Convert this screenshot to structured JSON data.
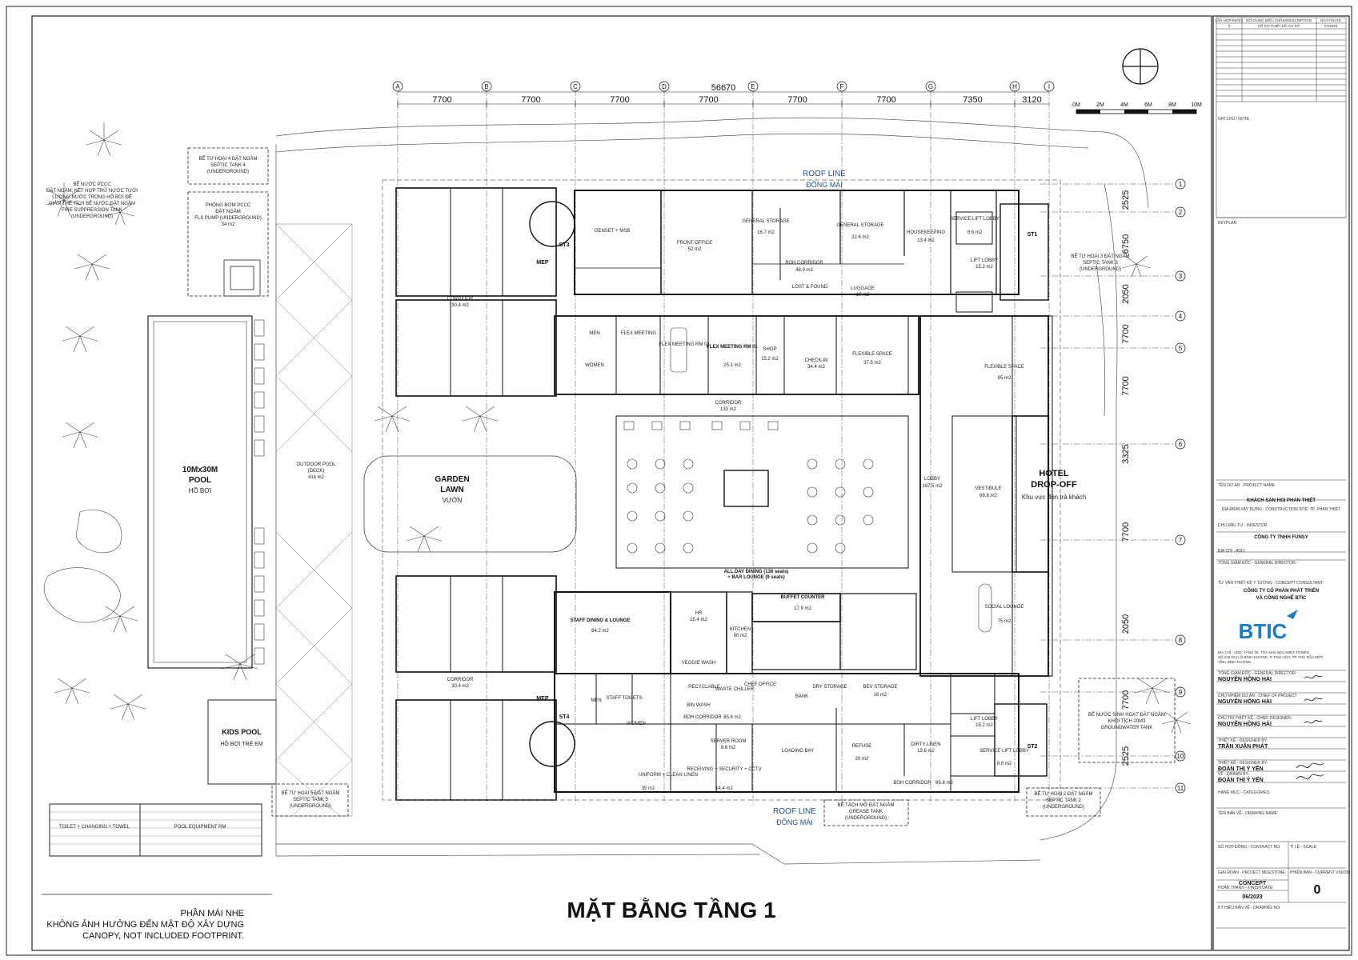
{
  "drawing": {
    "title": "MẶT BẰNG TẦNG 1",
    "canopy_note_title": "PHẦN MÁI NHẸ",
    "canopy_note_line1": "KHÔNG ẢNH HƯỞNG ĐẾN MẬT ĐỘ XÂY DỰNG",
    "canopy_note_line2": "CANOPY, NOT INCLUDED FOOTPRINT."
  },
  "grid": {
    "columns": [
      "A",
      "B",
      "C",
      "D",
      "E",
      "F",
      "G",
      "H",
      "I"
    ],
    "rows": [
      "1",
      "2",
      "3",
      "4",
      "5",
      "6",
      "7",
      "8",
      "9",
      "10",
      "11"
    ],
    "overall_dim": "56670",
    "bay_dims": [
      "7700",
      "7700",
      "7700",
      "7700",
      "7700",
      "7700",
      "7350",
      "3120"
    ],
    "right_dims": [
      "2525",
      "6750",
      "2050",
      "7700",
      "7700",
      "3325",
      "7700",
      "2050",
      "7700",
      "2525"
    ]
  },
  "scale_bar": {
    "labels": [
      "0M",
      "2M",
      "4M",
      "6M",
      "8M",
      "10M"
    ]
  },
  "rooms": {
    "roof_line_top": "ROOF LINE",
    "roof_line_top_vi": "ĐỒNG MÁI",
    "roof_line_bottom": "ROOF LINE",
    "roof_line_bottom_vi": "ĐỒNG MÁI",
    "fire_tank": [
      "BỂ NƯỚC PCCC",
      "ĐẶT NGẦM, KẾT HỢP TRỮ NƯỚC TƯỚI",
      "LƯỢNG NƯỚC TRONG HỒ BƠI ĐỂ",
      "GIẢM THỂ TÍCH BỂ NƯỚC ĐẶT NGẦM",
      "FIRE SUPPRESSION TANK",
      "(UNDERGROUND)"
    ],
    "septic4": [
      "BỂ TỰ HOẠI 4 ĐẶT NGẦM",
      "SEPTIC TANK 4",
      "(UNDERGROUND)"
    ],
    "pump": [
      "PHÒNG BƠM PCCC",
      "ĐẶT NGẦM",
      "FLS PUMP (UNDERGROUND)",
      "34 m2"
    ],
    "pool_title": "10Mx30M",
    "pool_sub": "POOL",
    "pool_vi": "HỒ BƠI",
    "outdoor_pool": [
      "OUTDOOR POOL",
      "(DECK)",
      "414 m2"
    ],
    "garden_1": "GARDEN",
    "garden_2": "LAWN",
    "garden_vi": "VƯỜN",
    "kids_pool": "KIDS POOL",
    "kids_pool_vi": "HỒ BƠI TRẺ EM",
    "septic5": [
      "BỂ TỰ HOẠI 5 ĐẶT NGẦM",
      "SEPTIC TANK 5",
      "(UNDERGROUND)"
    ],
    "toilet_changing": "TOILET + CHANGING + TOWEL",
    "pool_equipment": "POOL EQUIPMENT RM",
    "genset": "GENSET + MSB",
    "front_office": "FRONT OFFICE",
    "front_office_area": "52 m2",
    "general_storage1": "GENERAL STORAGE",
    "general_storage1_area": "16.7 m2",
    "general_storage2": "GENERAL STORAGE",
    "general_storage2_area": "22.6 m2",
    "housekeeping": "HOUSEKEEPING",
    "housekeeping_area": "13.4 m2",
    "service_lift_top": "SERVICE LIFT LOBBY",
    "service_lift_top_area": "8.6 m2",
    "lift_lobby_top": "LIFT LOBBY",
    "lift_lobby_top_area": "15.2 m2",
    "st1": "ST1",
    "st2": "ST2",
    "st3": "ST3",
    "st4": "ST4",
    "mep_top": "MEP",
    "mep_bottom": "MEP",
    "septic3": [
      "BỂ TỰ HOẠI 3 ĐẶT NGẦM",
      "SEPTIC TANK 3",
      "(UNDERGROUND)"
    ],
    "corridor_top": "CORRIDOR",
    "corridor_top_area": "30.4 m2",
    "corridor_mid": "CORRIDOR",
    "corridor_mid_area": "133 m2",
    "corridor_bottom": "CORRIDOR",
    "corridor_bottom_area": "30.4 m2",
    "boh_corridor_top": "BOH CORRIDOR",
    "boh_corridor_top_area": "48.9 m2",
    "lost_found": "LOST & FOUND",
    "luggage": "LUGGAGE",
    "luggage_area": "10 m2",
    "men_top": "MEN",
    "women_top": "WOMEN",
    "flex1": "FLEX MEETING",
    "flex2": "FLEX MEETING RM 02",
    "flex_rm01": "FLEX MEETING RM 01",
    "flex_rm01_area": "25.1 m2",
    "shop": "SHOP",
    "shop_area": "15.2 m2",
    "checkin": "CHECK-IN",
    "checkin_area": "34.4 m2",
    "flexible_space": "FLEXIBLE SPACE",
    "flexible_space_area": "37.5 m2",
    "flexible_space2": "FLEXIBLE SPACE",
    "flexible_space2_area": "95 m2",
    "all_day_dining": "ALL DAY DINING (136 seats)",
    "bar_lounge": "+ BAR LOUNGE (9 seats)",
    "buffet": "BUFFET COUNTER",
    "buffet_area": "17.9 m2",
    "lobby": "LOBBY",
    "lobby_area": "167.5 m2",
    "vestibule": "VESTIBULE",
    "vestibule_area": "68.8 m2",
    "hotel_dropoff_1": "HOTEL",
    "hotel_dropoff_2": "DROP-OFF",
    "hotel_dropoff_vi": "Khu vực đón trả khách",
    "social_lounge": "SOCIAL LOUNGE",
    "social_lounge_area": "75 m2",
    "staff_dining": "STAFF DINING & LOUNGE",
    "staff_dining_area": "84.2 m2",
    "hr": "HR",
    "hr_area": "15.4 m2",
    "kitchen": "KITCHEN",
    "kitchen_area": "90 m2",
    "veggie": "VEGGIE WASH",
    "recyclable": "RECYCLABLE",
    "waste_chiller": "WASTE CHILLER",
    "chef_office": "CHEF OFFICE",
    "bank": "BANK",
    "dry_storage": "DRY STORAGE",
    "bev_storage": "BEV STORAGE",
    "bev_storage_area": "16 m2",
    "bin_wash": "BIN WASH",
    "boh_corridor_mid": "BOH CORRIDOR",
    "boh_corridor_mid_area": "85.8 m2",
    "men_bottom": "MEN",
    "staff_toilets": "STAFF TOILETS",
    "women_bottom": "WOMEN",
    "server_room": "SERVER ROOM",
    "server_room_area": "8.6 m2",
    "loading_bay": "LOADING BAY",
    "refuse": "REFUSE",
    "refuse_area": "20 m2",
    "dirty_linen": "DIRTY LINEN",
    "dirty_linen_area": "13.6 m2",
    "lift_lobby_bottom": "LIFT LOBBY",
    "lift_lobby_bottom_area": "15.2 m2",
    "service_lift_bottom": "SERVICE LIFT LOBBY",
    "service_lift_bottom_area": "8.6 m2",
    "uniform_linen": "UNIFORM + CLEAN LINEN",
    "uniform_linen_area": "35 m2",
    "receiving": "RECEIVING + SECURITY + CCTV",
    "receiving_area": "14.4 m2",
    "boh_corridor_bottom": "BOH CORRIDOR",
    "boh_corridor_bottom_area": "85.8 m2",
    "grease_tank": [
      "BỂ TÁCH MỠ ĐẶT NGẦM",
      "GREASE TANK",
      "(UNDERGROUND)"
    ],
    "septic2": [
      "BỂ TỰ HOẠI 2 ĐẶT NGẦM",
      "SEPTIC TANK 2",
      "(UNDERGROUND)"
    ],
    "groundwater_tank": [
      "BỂ NƯỚC SINH HOẠT ĐẶT NGẦM",
      "KHỐI TÍCH 20M3",
      "GROUNDWATER TANK"
    ]
  },
  "title_block": {
    "rev_headers": [
      "LẦN HỢP/INDEX",
      "NỘI DUNG ĐIỀU CHỈNH/DESCRIPTION",
      "NGÀY/DATE"
    ],
    "rev_row": [
      "0",
      "HỒ SƠ THIẾT KẾ CƠ SỞ",
      "07/2023"
    ],
    "note_label": "GHI CHÚ / NOTE :",
    "keyplan_label": "KEYPLAN",
    "project_label": "TÊN DỰ ÁN - PROJECT NAME:",
    "project_name": "KHÁCH SẠN HGI PHAN THIẾT",
    "site_label": "ĐỊA ĐIỂM XÂY DỰNG - CONSTRUCTION SITE: TP. PHAN THIẾT",
    "investor_label": "CHỦ ĐẦU TƯ - INVESTOR:",
    "investor_name": "CÔNG TY TNHH FUNSY",
    "address_label": "ĐỊA CHỈ - ADD:",
    "general_director_label": "TỔNG GIÁM ĐỐC - GENERAL DIRECTOR:",
    "consultant_label": "TƯ VẤN THIẾT KẾ Ý TƯỞNG - CONCEPT CONSULTANT:",
    "consultant_name_1": "CÔNG TY CỔ PHẦN PHÁT TRIỂN",
    "consultant_name_2": "VÀ CÔNG NGHỆ BTIC",
    "logo": "BTIC",
    "consultant_address_1": "ĐỊA CHỈ - ADD: TẦNG 05, TÒA NHÀ BECAMEX TOWER,",
    "consultant_address_2": "SỐ 230 ĐẠI LỘ BÌNH DƯƠNG, P. PHÚ HÒA, TP. THỦ DẦU MỘT,",
    "consultant_address_3": "TỈNH BÌNH DƯƠNG",
    "gd_label": "TỔNG GIÁM ĐỐC - GENERAL DIRECTOR:",
    "gd_name": "NGUYỄN HỒNG HẢI",
    "chief_project_label": "CHỦ NHIỆM DỰ ÁN - CHIEF OF PROJECT:",
    "chief_project_name": "NGUYỄN HỒNG HẢI",
    "chief_designer_label": "CHỦ TRÌ THIẾT KẾ - CHIEF DESIGNER:",
    "chief_designer_name": "NGUYỄN HỒNG HẢI",
    "designer1_label": "THIẾT KẾ - DESIGNER BY:",
    "designer1_name": "TRẦN XUÂN PHÁT",
    "designer2_label": "THIẾT KẾ - DESIGNER BY:",
    "designer2_name": "ĐOÀN THỊ Ý YẾN",
    "drawn_label": "VẼ - DRAWN BY:",
    "drawn_name": "ĐOÀN THỊ Ý YẾN",
    "category_label": "HẠNG MỤC - CATEGORIES:",
    "drawing_name_label": "TÊN BẢN VẼ - DRAWING NAME:",
    "contract_label": "SỐ HỢP ĐỒNG - CONTRACT NO:",
    "scale_label": "TỈ LỆ - SCALE:",
    "milestone_label": "GIAI ĐOẠN - PROJECT MILESTONE:",
    "milestone_value": "CONCEPT",
    "version_label": "PHIÊN BẢN - CURRENT VISION:",
    "version_value": "0",
    "finish_label": "HOÀN THÀNH - FINISH DATE:",
    "finish_value": "06/2023",
    "drawing_no_label": "KÝ HIỆU BẢN VẼ - DRAWING NO:"
  }
}
